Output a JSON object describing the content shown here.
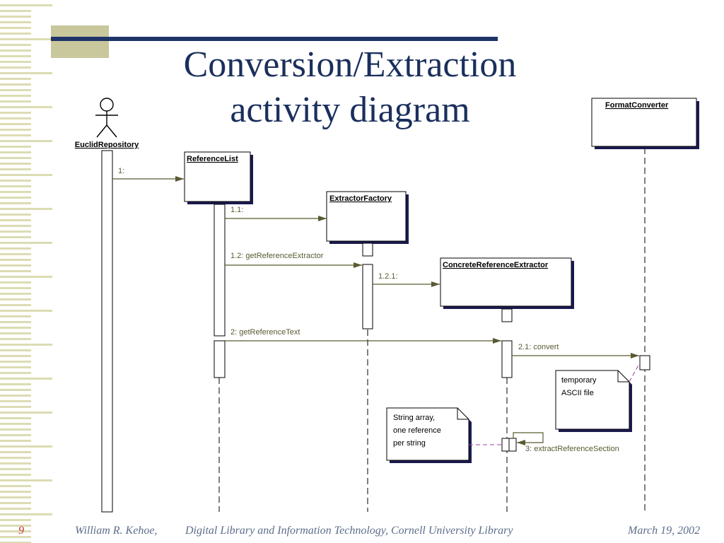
{
  "slide": {
    "title_line1": "Conversion/Extraction",
    "title_line2": "activity diagram",
    "page_number": "9",
    "footer_author": "William R. Kehoe,",
    "footer_center": "Digital Library and Information Technology,  Cornell University Library",
    "footer_date": "March 19, 2002"
  },
  "diagram": {
    "actor": "EuclidRepository",
    "objects": {
      "reference_list": "ReferenceList",
      "extractor_factory": "ExtractorFactory",
      "concrete_extractor": "ConcreteReferenceExtractor",
      "format_converter": "FormatConverter"
    },
    "messages": {
      "m1": "1:",
      "m11": "1.1:",
      "m12": "1.2: getReferenceExtractor",
      "m121": "1.2.1:",
      "m2": "2: getReferenceText",
      "m21": "2.1: convert",
      "m3": "3: extractReferenceSection"
    },
    "notes": {
      "temp_line1": "temporary",
      "temp_line2": "ASCII file",
      "string_line1": "String array,",
      "string_line2": "one reference",
      "string_line3": "per string"
    }
  },
  "colors": {
    "title": "#1a2f5c",
    "accent_bar": "#1f3468",
    "accent_square": "#c9c79c",
    "stripe": "#dcdcb4",
    "message": "#5a5a32",
    "note_link": "#a040a0"
  }
}
